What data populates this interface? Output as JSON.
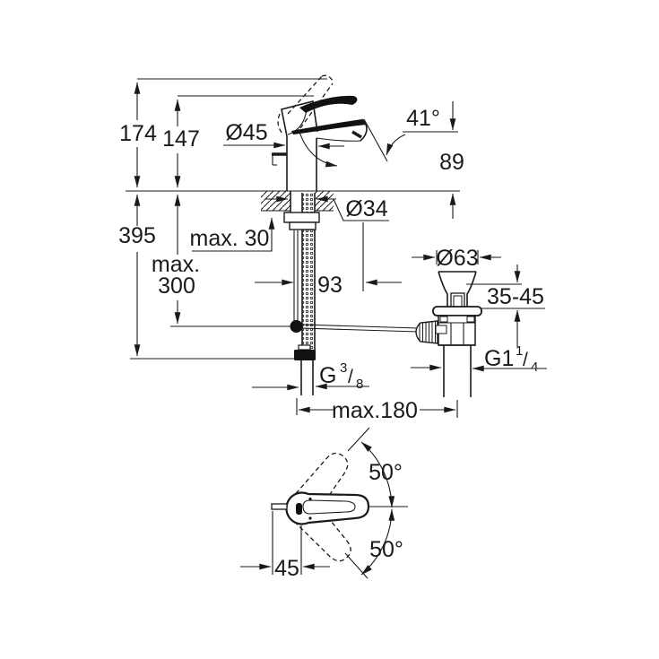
{
  "drawing": {
    "background": "#ffffff",
    "line_color": "#1a1a1a",
    "front_view": {
      "dim_total_height": "174",
      "dim_lever_height": "147",
      "dim_base_diameter": "Ø45",
      "dim_spout_angle": "41°",
      "dim_spout_height": "89",
      "dim_total_depth": "395",
      "dim_hole_diameter": "Ø34",
      "dim_deck_thickness": "max. 30",
      "dim_rod_depth_line1": "max.",
      "dim_rod_depth_line2": "300",
      "dim_spout_reach": "93",
      "dim_waste_flange_diameter": "Ø63",
      "dim_basin_thickness": "35-45",
      "dim_waste_offset": "max.180",
      "supply_thread": {
        "prefix": "G",
        "numerator": "3",
        "slash": "/",
        "denominator": "8"
      },
      "waste_thread": {
        "prefix": "G1",
        "numerator": "1",
        "slash": "/",
        "denominator": "4"
      }
    },
    "top_view": {
      "dim_swing_up": "50°",
      "dim_swing_down": "50°",
      "dim_lever_offset": "45"
    }
  }
}
